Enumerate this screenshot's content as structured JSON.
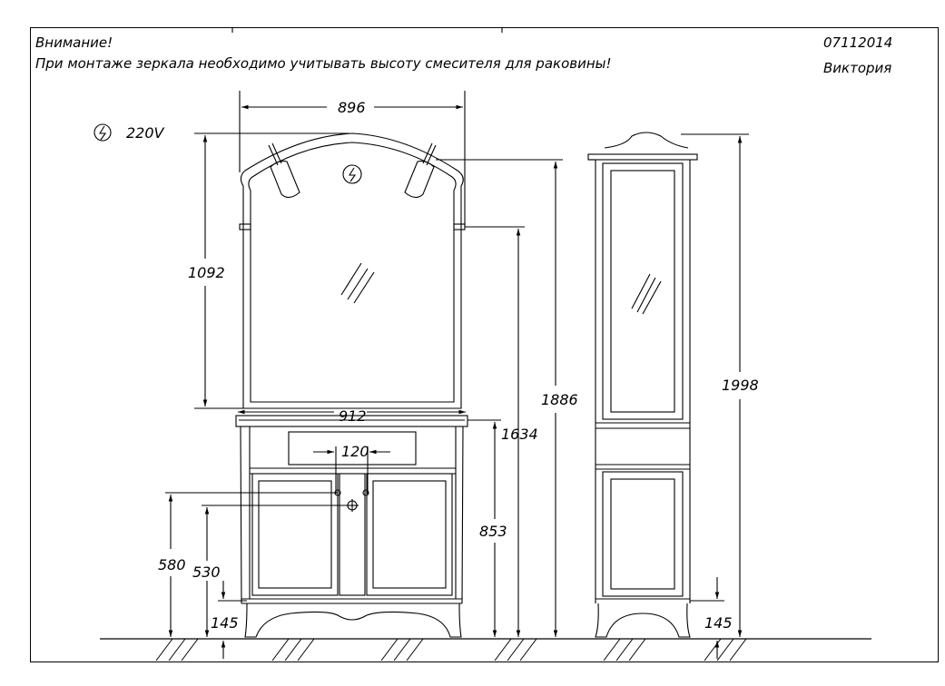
{
  "header": {
    "warning_title": "Внимание!",
    "warning_text": "При монтаже зеркала необходимо учитывать высоту смесителя для раковины!",
    "code": "07112014",
    "model": "Виктория"
  },
  "power": {
    "symbol": "ϟ",
    "label": "220V"
  },
  "dimensions": {
    "mirror_width": "896",
    "mirror_height": "1092",
    "mirror_top_height": "1886",
    "mirror_bottom_height": "1634",
    "vanity_width": "912",
    "drawer_width": "120",
    "vanity_height": "853",
    "pipe_height_1": "580",
    "pipe_height_2": "530",
    "leg_height_left": "145",
    "cabinet_height": "1998",
    "leg_height_right": "145"
  }
}
